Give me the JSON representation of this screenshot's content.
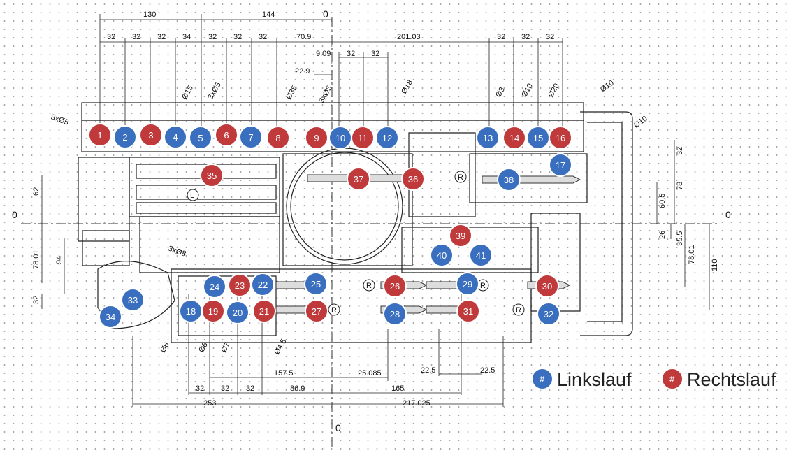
{
  "colors": {
    "links": "#3a6fc0",
    "rechts": "#c0393b",
    "badge_stroke": "#ffffff",
    "line": "#222222"
  },
  "axis_zero": "0",
  "legend": {
    "symbol": "#",
    "links_label": "Linkslauf",
    "rechts_label": "Rechtslauf"
  },
  "dimensions": {
    "top_130": "130",
    "top_144": "144",
    "top_32_a": "32",
    "top_32_b": "32",
    "top_32_c": "32",
    "top_34": "34",
    "top_32_d": "32",
    "top_32_e": "32",
    "top_32_f": "32",
    "top_70_9": "70.9",
    "top_201_03": "201.03",
    "top_32_g": "32",
    "top_32_h": "32",
    "top_32_i": "32",
    "top_9_09": "9.09",
    "top_32_j": "32",
    "top_32_k": "32",
    "top_22_9": "22.9",
    "dia_3x5_a": "3xØ5",
    "dia_15": "Ø15",
    "dia_3x5_b": "3xØ5",
    "dia_35": "Ø35",
    "dia_3x5_c": "3xØ5",
    "dia_18": "Ø18",
    "dia_3": "Ø3",
    "dia_10_a": "Ø10",
    "dia_20": "Ø20",
    "dia_10_b": "Ø10",
    "dia_10_c": "Ø10",
    "dia_3x8": "3xØ8",
    "dia_6_a": "Ø6",
    "dia_6_b": "Ø6",
    "dia_7": "Ø7",
    "dia_4_5": "Ø4.5",
    "left_62": "62",
    "left_78_01": "78.01",
    "left_94": "94",
    "left_32": "32",
    "right_32": "32",
    "right_78": "78",
    "right_60_5": "60.5",
    "right_26": "26",
    "right_35_5": "35.5",
    "right_78_01": "78.01",
    "right_110": "110",
    "bot_157_5": "157.5",
    "bot_25_085": "25.085",
    "bot_22_5_a": "22.5",
    "bot_22_5_b": "22.5",
    "bot_32_a": "32",
    "bot_32_b": "32",
    "bot_32_c": "32",
    "bot_86_9": "86.9",
    "bot_165": "165",
    "bot_253": "253",
    "bot_217_025": "217.025"
  },
  "spindles": [
    {
      "n": "1",
      "dir": "rechts"
    },
    {
      "n": "2",
      "dir": "links"
    },
    {
      "n": "3",
      "dir": "rechts"
    },
    {
      "n": "4",
      "dir": "links"
    },
    {
      "n": "5",
      "dir": "links"
    },
    {
      "n": "6",
      "dir": "rechts"
    },
    {
      "n": "7",
      "dir": "links"
    },
    {
      "n": "8",
      "dir": "rechts"
    },
    {
      "n": "9",
      "dir": "rechts"
    },
    {
      "n": "10",
      "dir": "links"
    },
    {
      "n": "11",
      "dir": "rechts"
    },
    {
      "n": "12",
      "dir": "links"
    },
    {
      "n": "13",
      "dir": "links"
    },
    {
      "n": "14",
      "dir": "rechts"
    },
    {
      "n": "15",
      "dir": "links"
    },
    {
      "n": "16",
      "dir": "rechts"
    },
    {
      "n": "17",
      "dir": "links"
    },
    {
      "n": "18",
      "dir": "links"
    },
    {
      "n": "19",
      "dir": "rechts"
    },
    {
      "n": "20",
      "dir": "links"
    },
    {
      "n": "21",
      "dir": "rechts"
    },
    {
      "n": "22",
      "dir": "links"
    },
    {
      "n": "23",
      "dir": "rechts"
    },
    {
      "n": "24",
      "dir": "links"
    },
    {
      "n": "25",
      "dir": "links"
    },
    {
      "n": "26",
      "dir": "rechts"
    },
    {
      "n": "27",
      "dir": "rechts"
    },
    {
      "n": "28",
      "dir": "links"
    },
    {
      "n": "29",
      "dir": "links"
    },
    {
      "n": "30",
      "dir": "rechts"
    },
    {
      "n": "31",
      "dir": "rechts"
    },
    {
      "n": "32",
      "dir": "links"
    },
    {
      "n": "33",
      "dir": "links"
    },
    {
      "n": "34",
      "dir": "links"
    },
    {
      "n": "35",
      "dir": "rechts"
    },
    {
      "n": "36",
      "dir": "rechts"
    },
    {
      "n": "37",
      "dir": "rechts"
    },
    {
      "n": "38",
      "dir": "links"
    },
    {
      "n": "39",
      "dir": "rechts"
    },
    {
      "n": "40",
      "dir": "links"
    },
    {
      "n": "41",
      "dir": "links"
    }
  ],
  "markers": {
    "l": "L",
    "r": "R"
  }
}
